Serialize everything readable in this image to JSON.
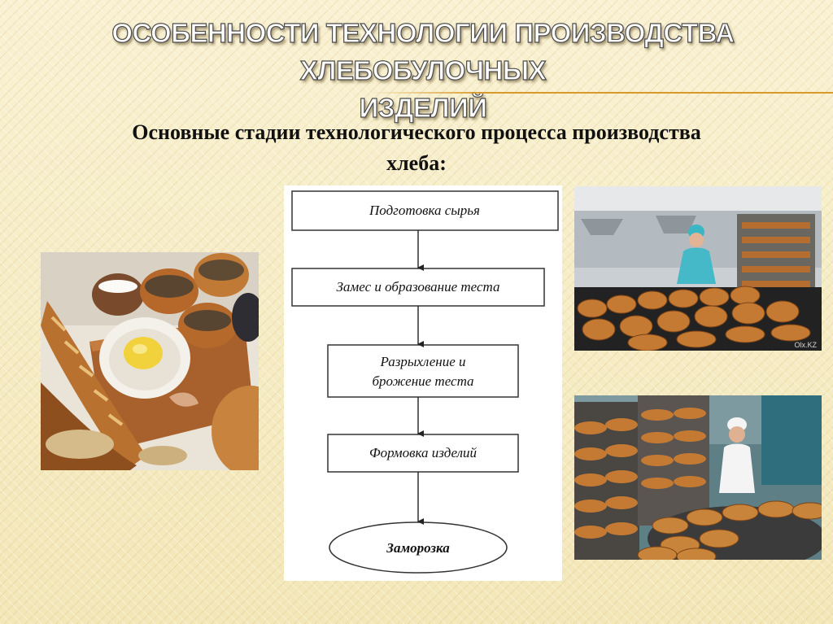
{
  "slide": {
    "title_line1": "Особенности технологии производства хлебобулочных",
    "title_line2": "изделий",
    "subtitle_line1": "Основные стадии технологического процесса производства",
    "subtitle_line2": "хлеба:",
    "accent_color": "#d99a2b"
  },
  "flowchart": {
    "stages": [
      {
        "line1": "Подготовка сырья",
        "line2": ""
      },
      {
        "line1": "Замес и образование теста",
        "line2": ""
      },
      {
        "line1": "Разрыхление и",
        "line2": "брожение теста"
      },
      {
        "line1": "Формовка изделий",
        "line2": ""
      },
      {
        "line1": "Заморозка",
        "line2": ""
      }
    ]
  },
  "photos": {
    "ingredients": "bread-ingredients-photo",
    "bakery_top": "bakery-ovens-photo",
    "bakery_bottom": "bakery-racks-photo",
    "watermark": "Olx.KZ"
  }
}
